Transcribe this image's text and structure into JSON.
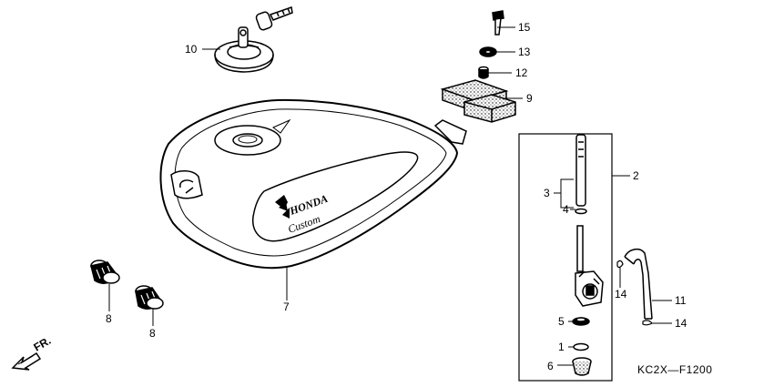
{
  "diagram": {
    "drawing_code": "KC2X—F1200",
    "front_indicator": "FR.",
    "tank_badge": {
      "brand": "HONDA",
      "model": "Custom"
    },
    "callouts": {
      "c1": "1",
      "c2": "2",
      "c3": "3",
      "c4": "4",
      "c5": "5",
      "c6": "6",
      "c7": "7",
      "c8a": "8",
      "c8b": "8",
      "c9": "9",
      "c10": "10",
      "c11": "11",
      "c12": "12",
      "c13": "13",
      "c14a": "14",
      "c14b": "14",
      "c15": "15"
    }
  }
}
